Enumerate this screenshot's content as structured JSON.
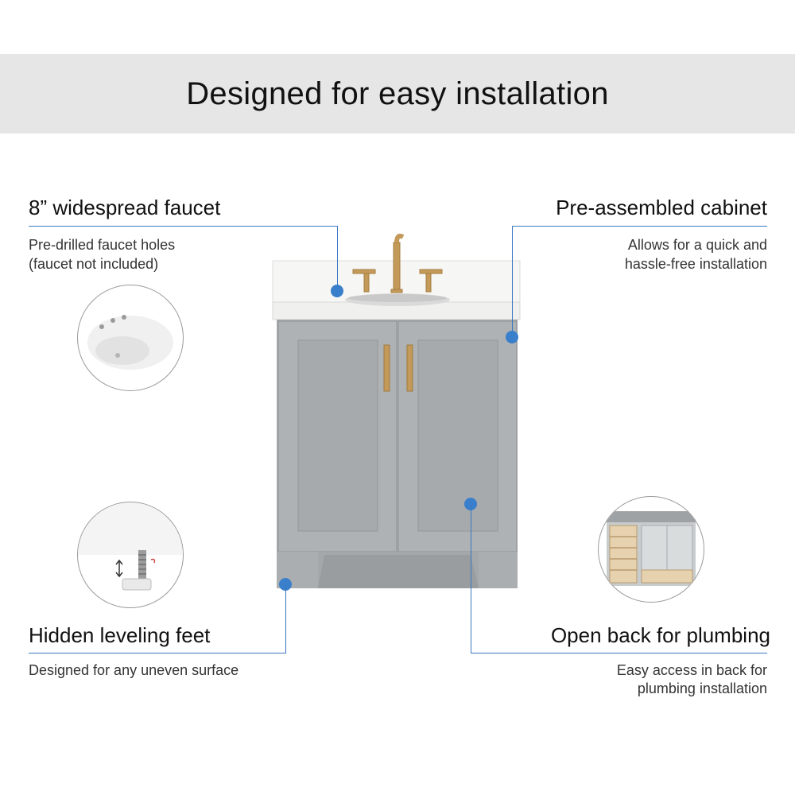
{
  "banner": {
    "title": "Designed for easy installation"
  },
  "features": {
    "faucet": {
      "title": "8” widespread faucet",
      "line1": "Pre-drilled faucet holes",
      "line2": "(faucet not included)"
    },
    "cabinet": {
      "title": "Pre-assembled cabinet",
      "line1": "Allows for  a quick and",
      "line2": "hassle-free installation"
    },
    "feet": {
      "title": "Hidden leveling feet",
      "line1": "Designed for any uneven surface"
    },
    "plumbing": {
      "title": "Open back for plumbing",
      "line1": "Easy access in back for",
      "line2": "plumbing installation"
    }
  },
  "colors": {
    "accent": "#3a7fcb",
    "banner_bg": "#e6e6e6",
    "cabinet": "#a8acae",
    "hardware": "#c49a5a",
    "countertop": "#f6f6f4"
  },
  "icons": [
    "faucet-holes-detail",
    "leveling-foot-detail",
    "open-back-detail"
  ]
}
